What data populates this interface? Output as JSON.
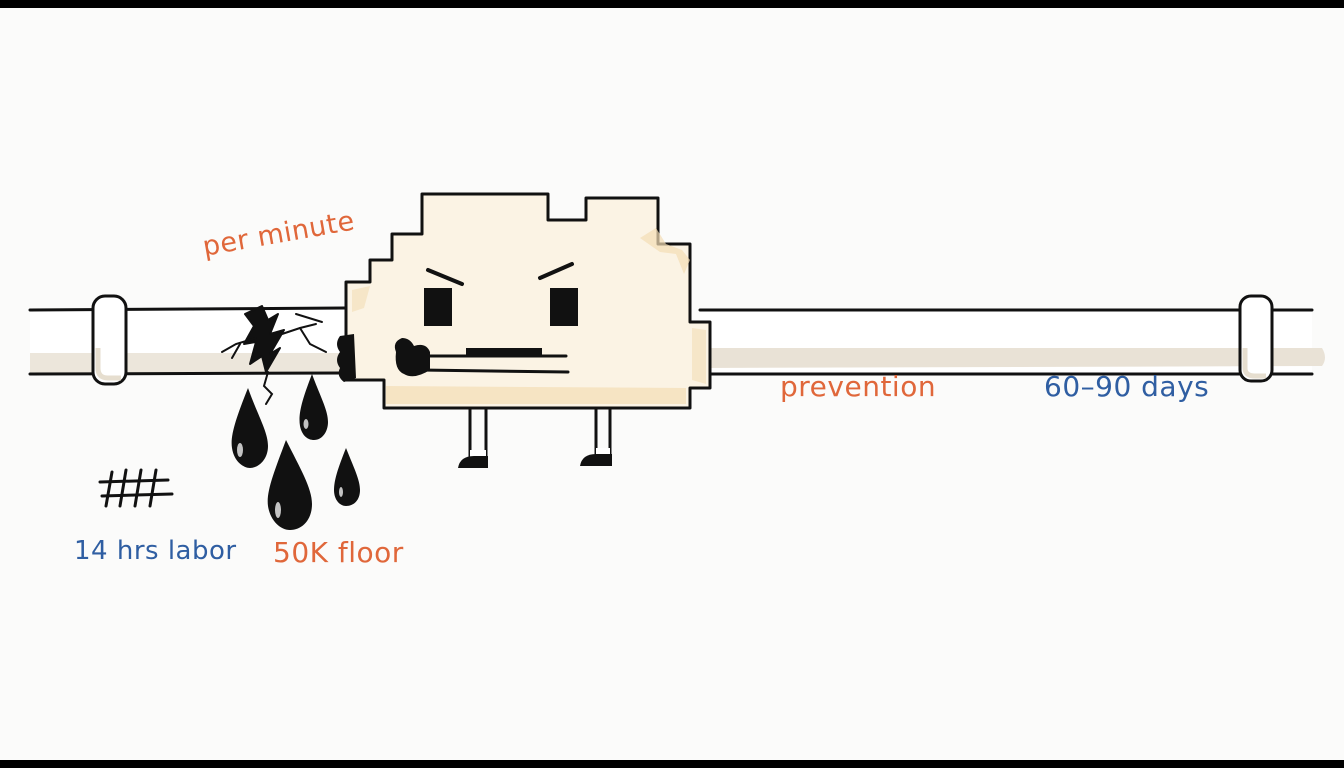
{
  "labels": {
    "per_minute": "per minute",
    "prevention": "prevention",
    "duration": "60–90 days",
    "labor": "14 hrs labor",
    "floor": "50K floor"
  },
  "colors": {
    "background": "#fbfbfa",
    "frame": "#000000",
    "ink": "#111111",
    "pipe_fill": "#ffffff",
    "pipe_shadow": "#e9e2d6",
    "character_fill": "#fbf3e4",
    "character_shade": "#f3ddb5",
    "orange_text": "#e0673a",
    "blue_text": "#2f5ea2"
  },
  "icons": [
    "broken-pipe-icon",
    "water-drop-icon",
    "tally-marks-icon",
    "blob-character-icon"
  ]
}
